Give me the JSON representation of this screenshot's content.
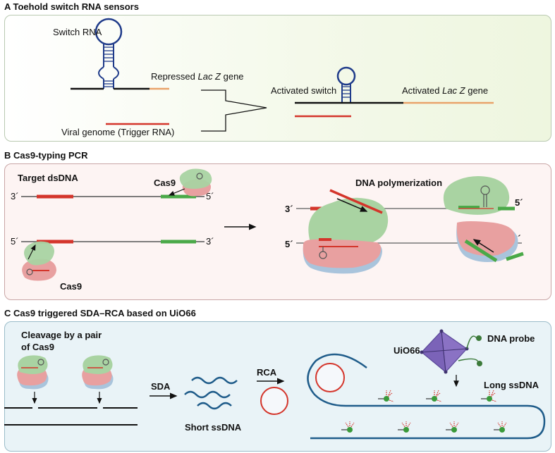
{
  "panels": {
    "a": {
      "title": "A  Toehold switch RNA sensors",
      "switch_rna": "Switch RNA",
      "repressed_prefix": "Repressed ",
      "repressed_gene": "Lac Z",
      "repressed_suffix": " gene",
      "viral_genome": "Viral genome (Trigger RNA)",
      "activated_switch": "Activated switch",
      "activated_prefix": "Activated ",
      "activated_gene": "Lac Z",
      "activated_suffix": " gene"
    },
    "b": {
      "title": "B  Cas9-typing PCR",
      "target_dsdna": "Target dsDNA",
      "cas9_top": "Cas9",
      "cas9_bottom": "Cas9",
      "dna_polymerization": "DNA polymerization",
      "three_prime": "3´",
      "five_prime": "5´"
    },
    "c": {
      "title": "C  Cas9 triggered SDA–RCA based on UiO66",
      "cleavage_line1": "Cleavage by a pair",
      "cleavage_line2": "of Cas9",
      "sda": "SDA",
      "short_ssdna": "Short ssDNA",
      "rca": "RCA",
      "uio66": "UiO66",
      "dna_probe": "DNA probe",
      "long_ssdna": "Long ssDNA"
    }
  },
  "colors": {
    "trigger_red": "#d4352b",
    "lacz_orange": "#e9a36a",
    "hairpin_blue": "#1f3b8a",
    "cas9_green": "#a9d3a2",
    "cas9_pink": "#e8a0a0",
    "cas9_blue": "#a9c4dc",
    "target_green": "#4aa948",
    "strand_blue": "#1f5c8a",
    "mof_purple": "#8a72c4"
  }
}
